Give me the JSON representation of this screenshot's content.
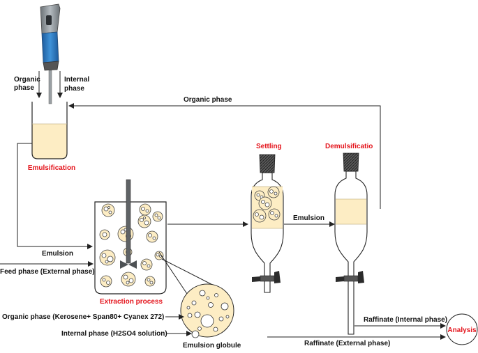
{
  "labels": {
    "organic_phase_in": [
      "Organic",
      "phase"
    ],
    "internal_phase_in": [
      "Internal",
      "phase"
    ],
    "organic_phase_top": "Organic phase",
    "emulsification": "Emulsification",
    "emulsion_left": "Emulsion",
    "feed_phase": "Feed phase (External phase)",
    "extraction_process": "Extraction process",
    "organic_phase_detail": "Organic phase (Kerosene+ Span80+ Cyanex 272)",
    "internal_phase_detail": "Internal phase (H2SO4 solution)",
    "emulsion_globule": "Emulsion globule",
    "settling": "Settling",
    "demulsification": "Demulsificatio",
    "emulsion_mid": "Emulsion",
    "raffinate_internal": "Raffinate (Internal phase)",
    "raffinate_external": "Raffinate (External phase)",
    "analysis": "Analysis"
  },
  "colors": {
    "cream": "#fdedc4",
    "red_text": "#e4131b",
    "homogenizer_blue": "#2f7fc7",
    "homogenizer_gray": "#8a9196",
    "line": "#222222"
  }
}
